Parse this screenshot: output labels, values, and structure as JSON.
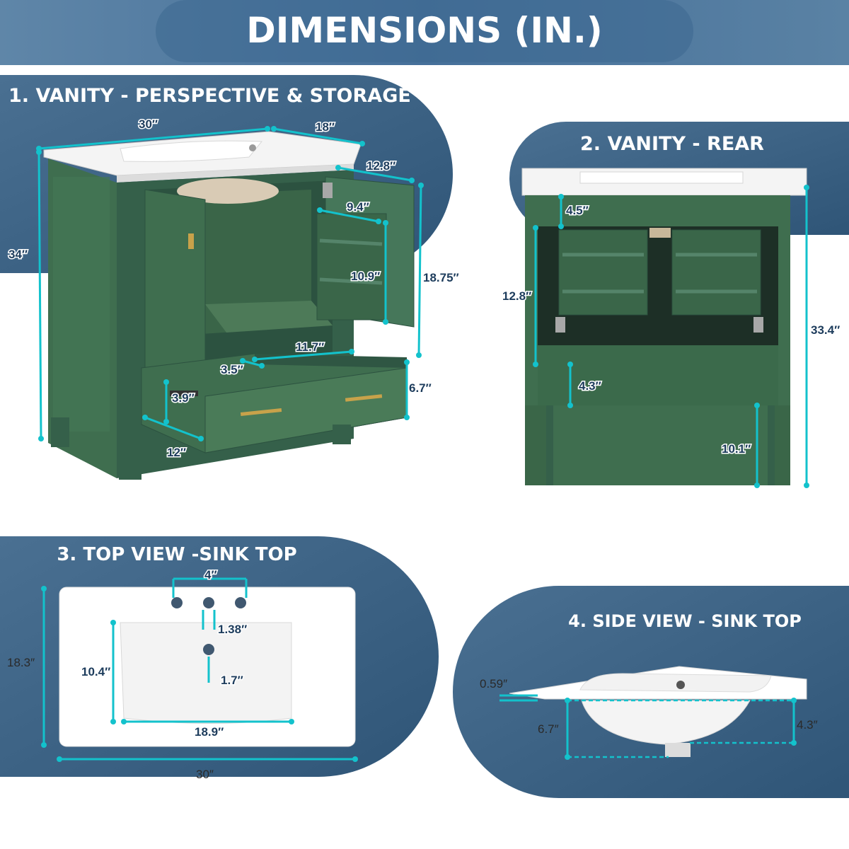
{
  "title": "DIMENSIONS (IN.)",
  "sections": {
    "perspective": {
      "title": "1. VANITY - PERSPECTIVE & STORAGE",
      "labels": {
        "width": "30″",
        "depth": "18″",
        "height": "34″",
        "door_depth": "12.8″",
        "shelf_width": "9.4″",
        "shelf_height": "10.9″",
        "door_height": "18.75″",
        "drawer_width": "11.7″",
        "drawer_gap": "3.5″",
        "drawer_front": "6.7″",
        "drawer_depth_h": "3.9″",
        "drawer_depth": "12″"
      }
    },
    "rear": {
      "title": "2. VANITY - REAR",
      "labels": {
        "top_rail": "4.5″",
        "opening": "12.8″",
        "total_height": "33.4″",
        "bottom_rail": "4.3″",
        "leg": "10.1″"
      }
    },
    "top": {
      "title": "3. TOP VIEW -SINK TOP",
      "labels": {
        "hole_spread": "4″",
        "hole_dia": "1.38″",
        "basin_depth": "10.4″",
        "drain_offset": "1.7″",
        "basin_width": "18.9″",
        "depth": "18.3″",
        "width": "30″"
      }
    },
    "side": {
      "title": "4. SIDE VIEW - SINK TOP",
      "labels": {
        "thickness": "0.59″",
        "total_depth": "6.7″",
        "bowl_depth": "4.3″"
      }
    }
  },
  "colors": {
    "banner": "#4a7193",
    "panel": "#3b6284",
    "cabinet": "#3f6e4f",
    "accent": "#13c2cc",
    "label": "#1d3c5c"
  }
}
